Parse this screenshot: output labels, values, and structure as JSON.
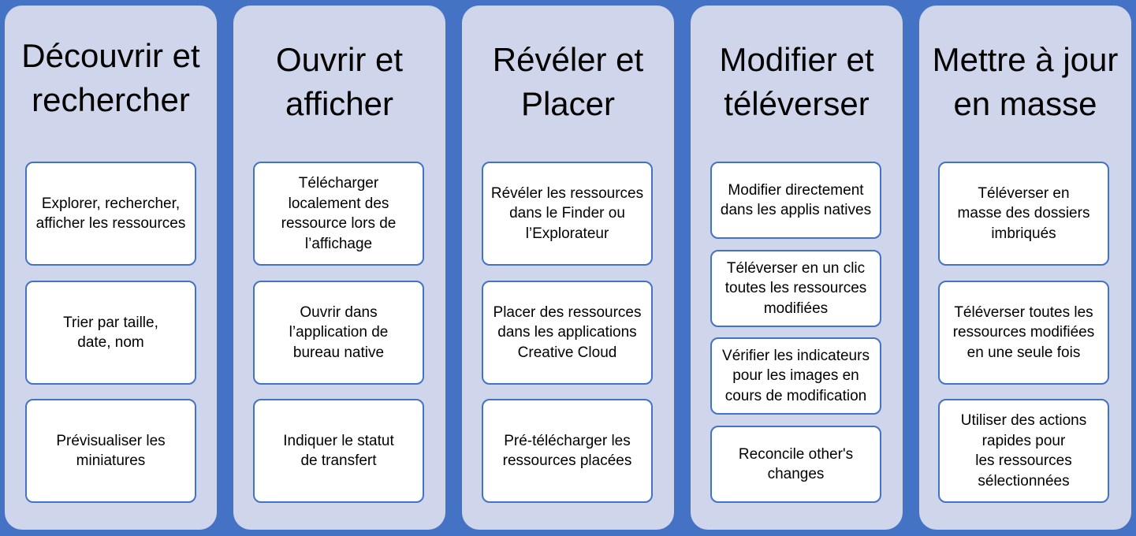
{
  "columns": [
    {
      "title": "Découvrir et\nrechercher",
      "cards": [
        "Explorer, rechercher,\nafficher les ressources",
        "Trier par taille,\ndate, nom",
        "Prévisualiser les\nminiatures"
      ]
    },
    {
      "title": "Ouvrir et\nafficher",
      "cards": [
        "Télécharger\nlocalement des\nressource lors de\nl’affichage",
        "Ouvrir dans\nl’application de\nbureau native",
        "Indiquer le statut\nde transfert"
      ]
    },
    {
      "title": "Révéler et\nPlacer",
      "cards": [
        "Révéler les ressources\ndans le Finder ou\nl’Explorateur",
        "Placer des ressources\ndans les applications\nCreative Cloud",
        "Pré-télécharger les\nressources placées"
      ]
    },
    {
      "title": "Modifier et\ntéléverser",
      "cards": [
        "Modifier directement\ndans les applis natives",
        "Téléverser en un clic\ntoutes les ressources\nmodifiées",
        "Vérifier les indicateurs\npour les images en\ncours de modification",
        "Reconcile other's\nchanges"
      ]
    },
    {
      "title": "Mettre à jour\nen masse",
      "cards": [
        "Téléverser en\nmasse des dossiers\nimbriqués",
        "Téléverser toutes les\nressources modifiées\nen une seule fois",
        "Utiliser des actions\nrapides pour\nles ressources\nsélectionnées"
      ]
    }
  ]
}
